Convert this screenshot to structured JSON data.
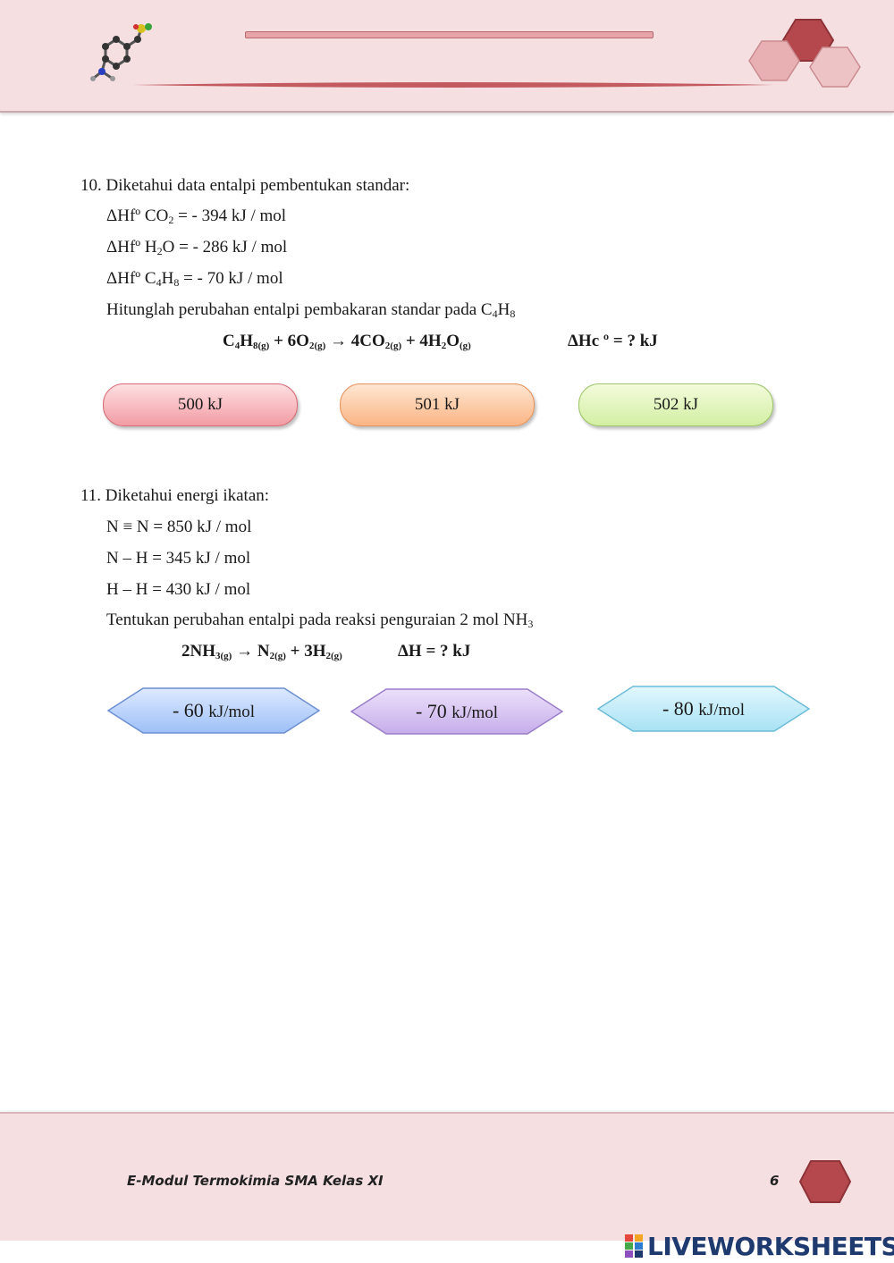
{
  "q10": {
    "intro": "10. Diketahui data entalpi pembentukan standar:",
    "lines": [
      {
        "pre": "ΔHfº CO",
        "sub": "2",
        "post": " = - 394 kJ / mol"
      },
      {
        "pre": "ΔHfº H",
        "sub": "2",
        "post": "O = - 286 kJ / mol"
      },
      {
        "pre": "ΔHfº C",
        "sub": "4",
        "mid": "H",
        "sub2": "8",
        "post": " = - 70 kJ / mol"
      }
    ],
    "question_pre": "Hitunglah perubahan entalpi pembakaran standar pada C",
    "question_sub1": "4",
    "question_mid": "H",
    "question_sub2": "8",
    "equation": {
      "p1": "C",
      "s1": "4",
      "p2": "H",
      "s2": "8(g)",
      "p3": " + 6O",
      "s3": "2(g)",
      "p4": " → 4CO",
      "s4": "2(g)",
      "p5": " + 4H",
      "s5": "2",
      "p6": "O",
      "s6": "(g)",
      "delta": "ΔHc º = ? kJ"
    },
    "options": [
      "500 kJ",
      "501 kJ",
      "502 kJ"
    ]
  },
  "q11": {
    "intro": "11. Diketahui energi ikatan:",
    "lines": [
      "N ≡ N = 850 kJ / mol",
      "N – H = 345 kJ / mol",
      "H – H = 430 kJ / mol"
    ],
    "question_pre": "Tentukan perubahan entalpi pada reaksi penguraian 2 mol NH",
    "question_sub": "3",
    "equation": {
      "p1": "2NH",
      "s1": "3(g)",
      "p2": " → N",
      "s2": "2(g)",
      "p3": " + 3H",
      "s3": "2(g)",
      "delta": "ΔH = ? kJ"
    },
    "options": [
      {
        "num": "- 60 ",
        "unit": "kJ/mol"
      },
      {
        "num": "- 70 ",
        "unit": "kJ/mol"
      },
      {
        "num": "- 80 ",
        "unit": "kJ/mol"
      }
    ]
  },
  "footer": {
    "title": "E-Modul Termokimia SMA Kelas XI",
    "page": "6"
  },
  "brand": "LIVEWORKSHEETS",
  "colors": {
    "header_bg": "#f5dfe1",
    "accent_hex": "#b5484d",
    "pink_hex": "#e8b0b3"
  }
}
